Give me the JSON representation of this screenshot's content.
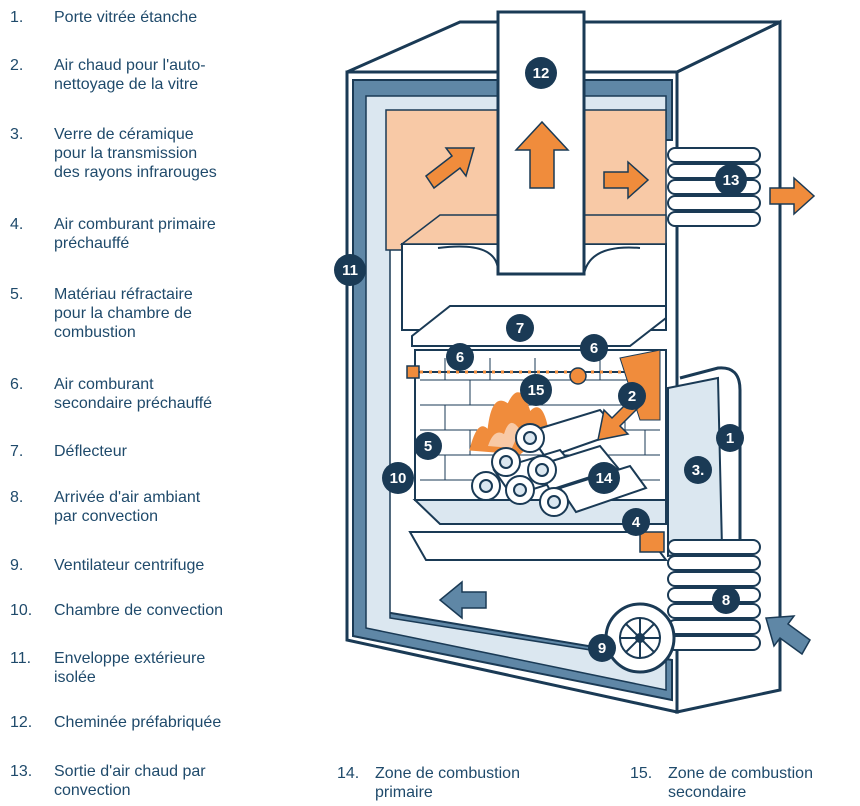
{
  "legend": [
    {
      "num": "1.",
      "text": "Porte vitrée étanche"
    },
    {
      "num": "2.",
      "text": "Air chaud pour l'auto-\nnettoyage de la vitre"
    },
    {
      "num": "3.",
      "text": "Verre de céramique\npour la transmission\ndes rayons infrarouges"
    },
    {
      "num": "4.",
      "text": "Air comburant primaire\npréchauffé"
    },
    {
      "num": "5.",
      "text": "Matériau réfractaire\npour la chambre de\ncombustion"
    },
    {
      "num": "6.",
      "text": "Air comburant\nsecondaire préchauffé"
    },
    {
      "num": "7.",
      "text": "Déflecteur"
    },
    {
      "num": "8.",
      "text": "Arrivée d'air ambiant\npar convection"
    },
    {
      "num": "9.",
      "text": "Ventilateur centrifuge"
    },
    {
      "num": "10.",
      "text": "Chambre de convection"
    },
    {
      "num": "11.",
      "text": "Enveloppe extérieure\nisolée"
    },
    {
      "num": "12.",
      "text": "Cheminée préfabriquée"
    },
    {
      "num": "13.",
      "text": "Sortie d'air chaud par\nconvection"
    },
    {
      "num": "14.",
      "text": "Zone de combustion\nprimaire"
    },
    {
      "num": "15.",
      "text": "Zone de combustion\nsecondaire"
    }
  ],
  "badges": {
    "b1": "1",
    "b2": "2",
    "b3": "3.",
    "b4": "4",
    "b5": "5",
    "b6a": "6",
    "b6b": "6",
    "b7": "7",
    "b8": "8",
    "b9": "9",
    "b10": "10",
    "b11": "11",
    "b12": "12",
    "b13": "13",
    "b14": "14",
    "b15": "15"
  },
  "colors": {
    "text": "#1f4a6b",
    "casing_blue": "#5f87a6",
    "casing_light": "#dbe7f0",
    "warm_air": "#f8c9a6",
    "arrow_orange": "#f08c3c",
    "badge_dark": "#1a3a55"
  }
}
